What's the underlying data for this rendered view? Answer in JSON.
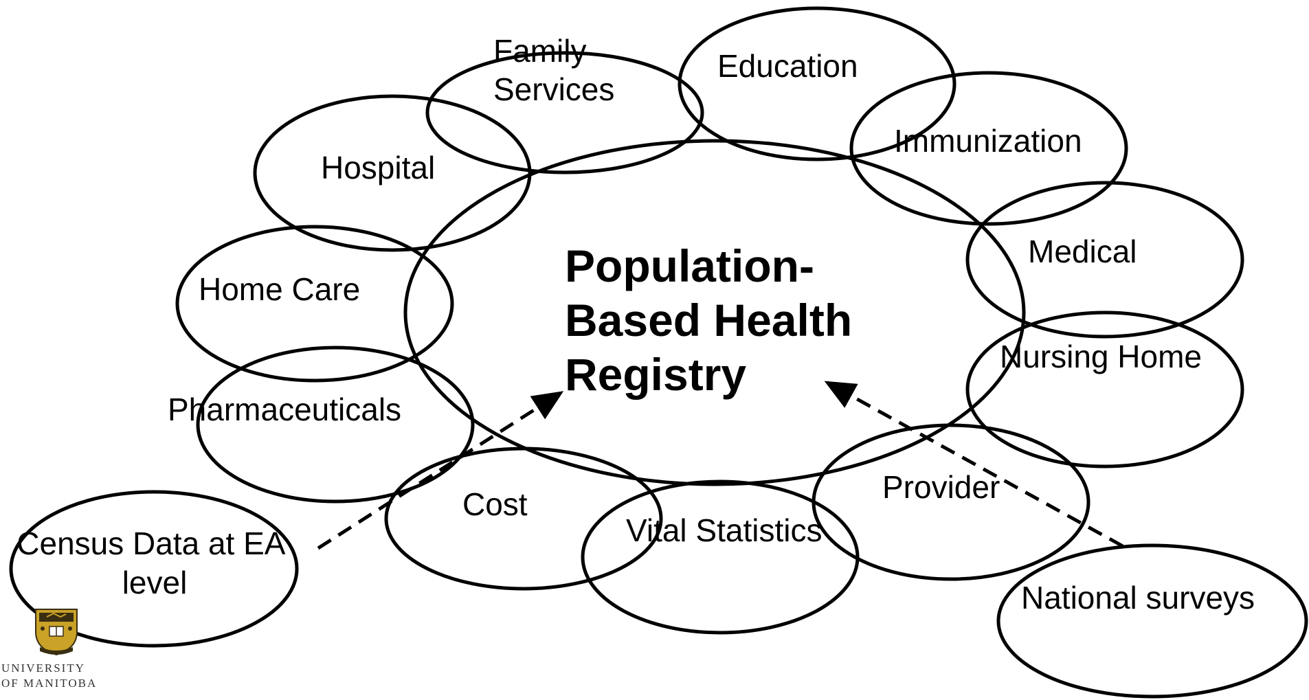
{
  "diagram": {
    "center": {
      "lines": [
        "Population-",
        "Based Health",
        "Registry"
      ]
    },
    "sources": [
      {
        "id": "family-services",
        "lines": [
          "Family",
          "Services"
        ]
      },
      {
        "id": "education",
        "lines": [
          "Education"
        ]
      },
      {
        "id": "immunization",
        "lines": [
          "Immunization"
        ]
      },
      {
        "id": "hospital",
        "lines": [
          "Hospital"
        ]
      },
      {
        "id": "medical",
        "lines": [
          "Medical"
        ]
      },
      {
        "id": "home-care",
        "lines": [
          "Home Care"
        ]
      },
      {
        "id": "nursing-home",
        "lines": [
          "Nursing Home"
        ]
      },
      {
        "id": "pharmaceuticals",
        "lines": [
          "Pharmaceuticals"
        ]
      },
      {
        "id": "provider",
        "lines": [
          "Provider"
        ]
      },
      {
        "id": "cost",
        "lines": [
          "Cost"
        ]
      },
      {
        "id": "vital-statistics",
        "lines": [
          "Vital Statistics"
        ]
      }
    ],
    "external": [
      {
        "id": "census",
        "lines": [
          "Census Data at EA",
          "level"
        ]
      },
      {
        "id": "national-surveys",
        "lines": [
          "National surveys"
        ]
      }
    ]
  },
  "logo": {
    "line1": "UNIVERSITY",
    "line2": "OF MANITOBA"
  },
  "colors": {
    "stroke": "#000000",
    "crest_gold": "#c9a227",
    "crest_dark": "#3a2e12"
  }
}
